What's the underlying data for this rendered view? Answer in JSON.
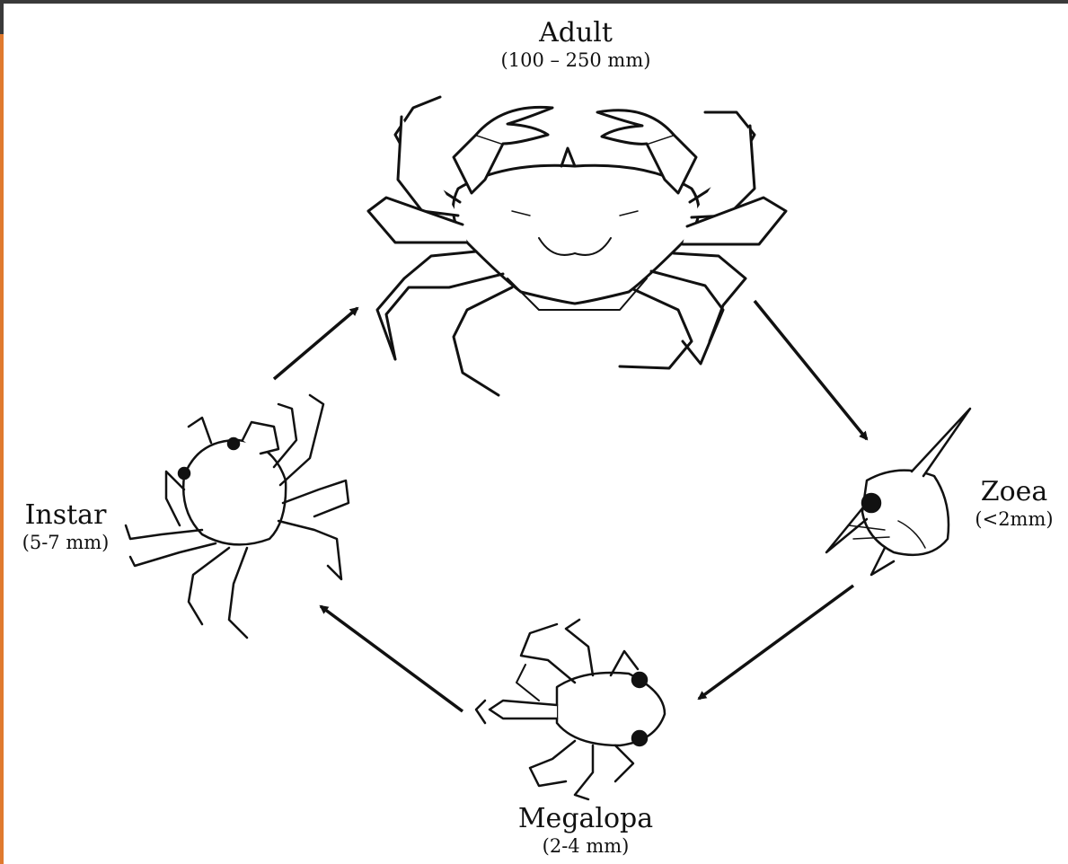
{
  "stages": {
    "adult": {
      "name": "Adult",
      "size": "(100 – 250 mm)"
    },
    "zoea": {
      "name": "Zoea",
      "size": "(<2mm)"
    },
    "megalopa": {
      "name": "Megalopa",
      "size": "(2-4 mm)"
    },
    "instar": {
      "name": "Instar",
      "size": "(5-7 mm)"
    }
  },
  "colors": {
    "line": "#111111",
    "frame_top": "#3a3a3a",
    "frame_left": "#e07a2e"
  }
}
